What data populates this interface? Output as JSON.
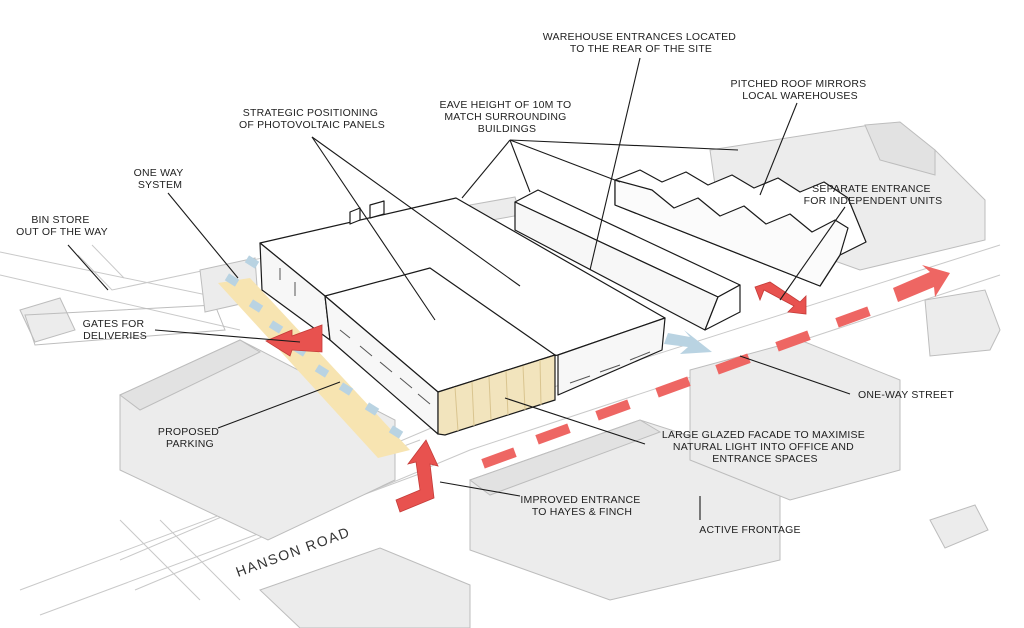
{
  "annotations": {
    "bin_store": [
      "BIN STORE",
      "OUT OF THE WAY"
    ],
    "one_way_system": [
      "ONE WAY",
      "SYSTEM"
    ],
    "gates": [
      "GATES FOR",
      "DELIVERIES"
    ],
    "proposed_parking": [
      "PROPOSED",
      "PARKING"
    ],
    "photovoltaic": [
      "STRATEGIC POSITIONING",
      "OF PHOTOVOLTAIC PANELS"
    ],
    "eave_height": [
      "EAVE HEIGHT OF 10M TO",
      "MATCH SURROUNDING",
      "BUILDINGS"
    ],
    "warehouse_entrances": [
      "WAREHOUSE ENTRANCES LOCATED",
      "TO THE REAR OF THE SITE"
    ],
    "pitched_roof": [
      "PITCHED ROOF MIRRORS",
      "LOCAL WAREHOUSES"
    ],
    "separate_entrance": [
      "SEPARATE ENTRANCE",
      "FOR INDEPENDENT UNITS"
    ],
    "one_way_street": [
      "ONE-WAY STREET"
    ],
    "glazed_facade": [
      "LARGE GLAZED FACADE TO MAXIMISE",
      "NATURAL LIGHT INTO OFFICE AND",
      "ENTRANCE SPACES"
    ],
    "active_frontage": [
      "ACTIVE FRONTAGE"
    ],
    "improved_entrance": [
      "IMPROVED ENTRANCE",
      "TO HAYES & FINCH"
    ]
  },
  "road_name": "HANSON ROAD",
  "colors": {
    "arrow_red": "#e8524f",
    "dash_red": "#ee6663",
    "dash_blue": "#b9d3e2",
    "parking_yellow": "#f7e4b1",
    "glazing": "#f2e4bd",
    "context_grey": "#ececec"
  }
}
